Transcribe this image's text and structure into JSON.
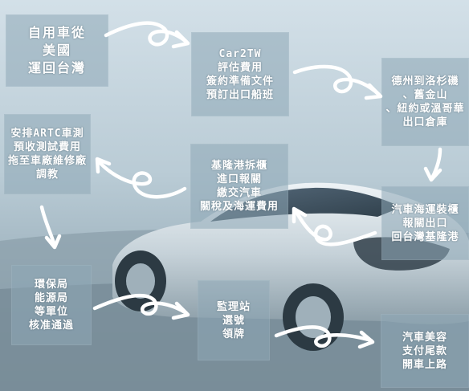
{
  "diagram": {
    "steps": [
      {
        "id": "step-1",
        "text": "自用車從\n美國\n運回台灣"
      },
      {
        "id": "step-2",
        "text": "Car2TW\n評估費用\n簽約準備文件\n預訂出口船班"
      },
      {
        "id": "step-3",
        "text": "德州到洛杉磯\n、舊金山\n、紐約或溫哥華\n出口倉庫"
      },
      {
        "id": "step-4",
        "text": "汽車海運裝櫃\n報關出口\n回台灣基隆港"
      },
      {
        "id": "step-5",
        "text": "基隆港拆櫃\n進口報關\n繳交汽車\n關稅及海運費用"
      },
      {
        "id": "step-6",
        "text": "安排ARTC車測\n預收測試費用\n拖至車廠維修廠\n調教"
      },
      {
        "id": "step-7",
        "text": "環保局\n能源局\n等單位\n核准通過"
      },
      {
        "id": "step-8",
        "text": "監理站\n選號\n領牌"
      },
      {
        "id": "step-9",
        "text": "汽車美容\n支付尾款\n開車上路"
      }
    ],
    "colors": {
      "box": "#8ea8b7",
      "text": "#ffffff",
      "arrow": "#ffffff"
    }
  }
}
